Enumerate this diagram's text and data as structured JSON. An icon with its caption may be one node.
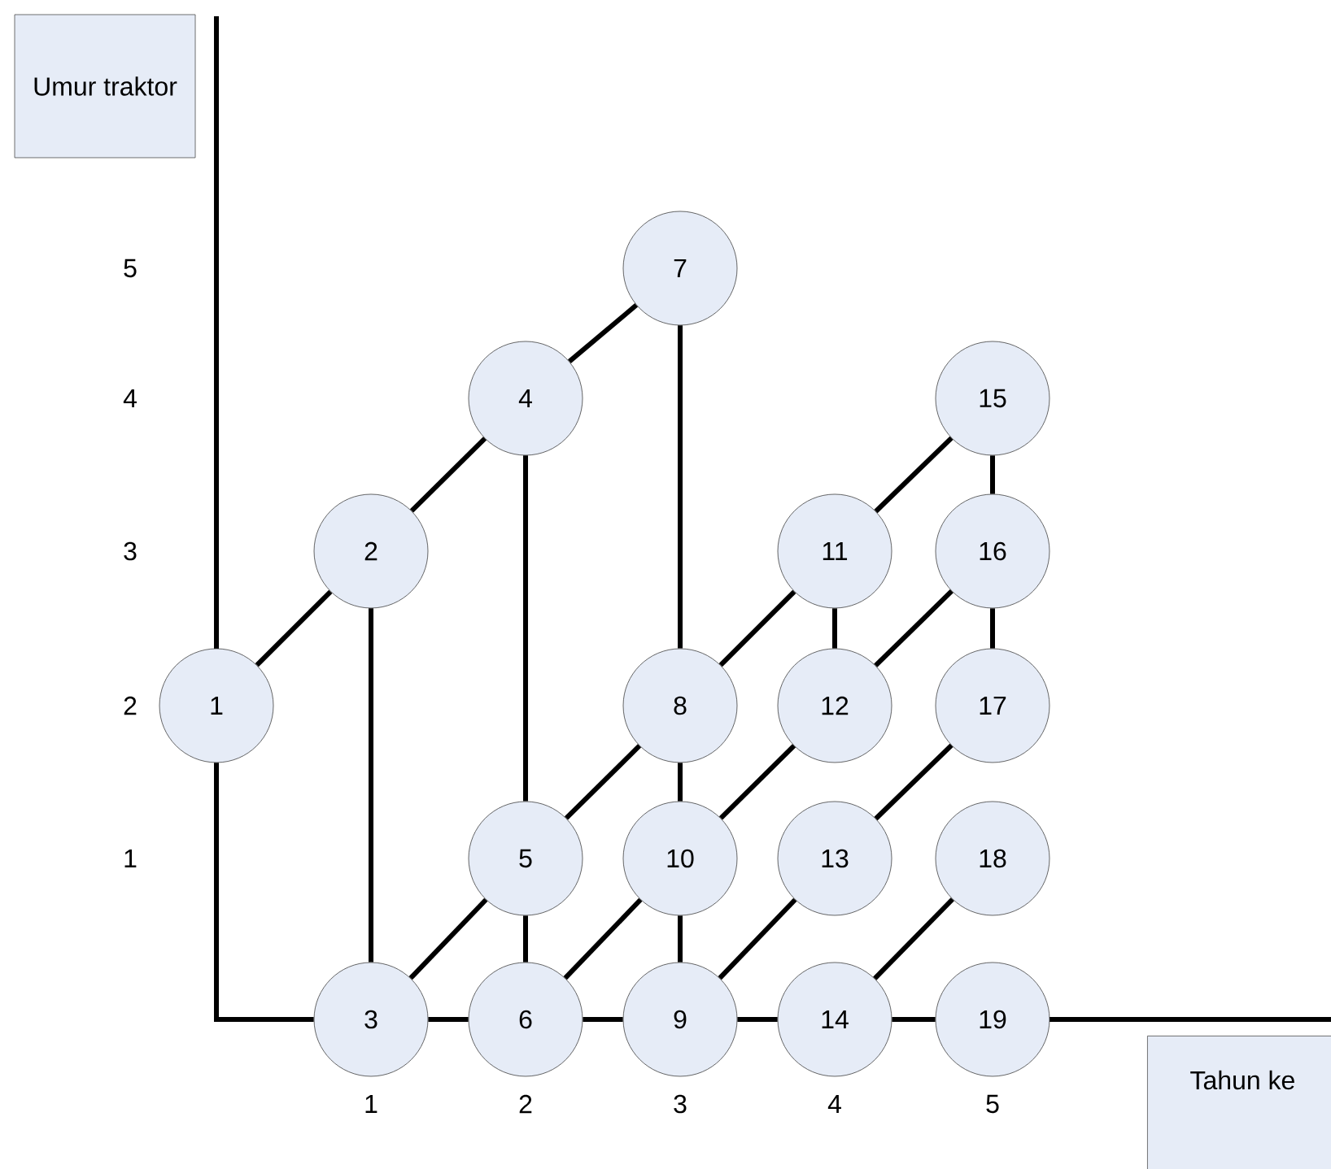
{
  "diagram": {
    "nodes": [
      {
        "text": [
          "Umur traktor"
        ]
      },
      {
        "text": [
          "1"
        ]
      },
      {
        "text": [
          "2"
        ]
      },
      {
        "text": [
          "3"
        ]
      },
      {
        "text": [
          "4"
        ]
      },
      {
        "text": [
          "5"
        ]
      },
      {
        "text": [
          "6"
        ]
      },
      {
        "text": [
          "7"
        ]
      },
      {
        "text": [
          "8"
        ]
      },
      {
        "text": [
          "9"
        ]
      },
      {
        "text": [
          "10"
        ]
      },
      {
        "text": [
          "11"
        ]
      },
      {
        "text": [
          "12"
        ]
      },
      {
        "text": [
          "13"
        ]
      },
      {
        "text": [
          "14"
        ]
      },
      {
        "text": [
          "15"
        ]
      },
      {
        "text": [
          "16"
        ]
      },
      {
        "text": [
          "17"
        ]
      },
      {
        "text": [
          "18"
        ]
      },
      {
        "text": [
          "19"
        ]
      },
      {
        "text": [
          "Tahun ke"
        ]
      }
    ],
    "edges": [
      {
        "from": 1,
        "to": 2,
        "arrow": "none"
      },
      {
        "from": 2,
        "to": 4,
        "arrow": "none"
      },
      {
        "from": 4,
        "to": 7,
        "arrow": "none"
      },
      {
        "from": 1,
        "to": 3,
        "arrow": "none"
      },
      {
        "from": 2,
        "to": 3,
        "arrow": "none"
      },
      {
        "from": 4,
        "to": 5,
        "arrow": "none"
      },
      {
        "from": 7,
        "to": 8,
        "arrow": "none"
      },
      {
        "from": 3,
        "to": 5,
        "arrow": "none"
      },
      {
        "from": 5,
        "to": 8,
        "arrow": "none"
      },
      {
        "from": 8,
        "to": 11,
        "arrow": "none"
      },
      {
        "from": 11,
        "to": 15,
        "arrow": "none"
      },
      {
        "from": 3,
        "to": 6,
        "arrow": "none"
      },
      {
        "from": 5,
        "to": 6,
        "arrow": "none"
      },
      {
        "from": 6,
        "to": 10,
        "arrow": "none"
      },
      {
        "from": 10,
        "to": 12,
        "arrow": "none"
      },
      {
        "from": 12,
        "to": 16,
        "arrow": "none"
      },
      {
        "from": 6,
        "to": 9,
        "arrow": "none"
      },
      {
        "from": 8,
        "to": 10,
        "arrow": "none"
      },
      {
        "from": 10,
        "to": 9,
        "arrow": "none"
      },
      {
        "from": 11,
        "to": 12,
        "arrow": "none"
      },
      {
        "from": 15,
        "to": 16,
        "arrow": "none"
      },
      {
        "from": 16,
        "to": 17,
        "arrow": "none"
      },
      {
        "from": 9,
        "to": 13,
        "arrow": "none"
      },
      {
        "from": 13,
        "to": 17,
        "arrow": "none"
      },
      {
        "from": 9,
        "to": 14,
        "arrow": "none"
      },
      {
        "from": 14,
        "to": 18,
        "arrow": "none"
      },
      {
        "from": 14,
        "to": 19,
        "arrow": "none"
      }
    ],
    "labels": [
      "5",
      "4",
      "3",
      "2",
      "1",
      "1",
      "2",
      "3",
      "4",
      "5"
    ]
  }
}
